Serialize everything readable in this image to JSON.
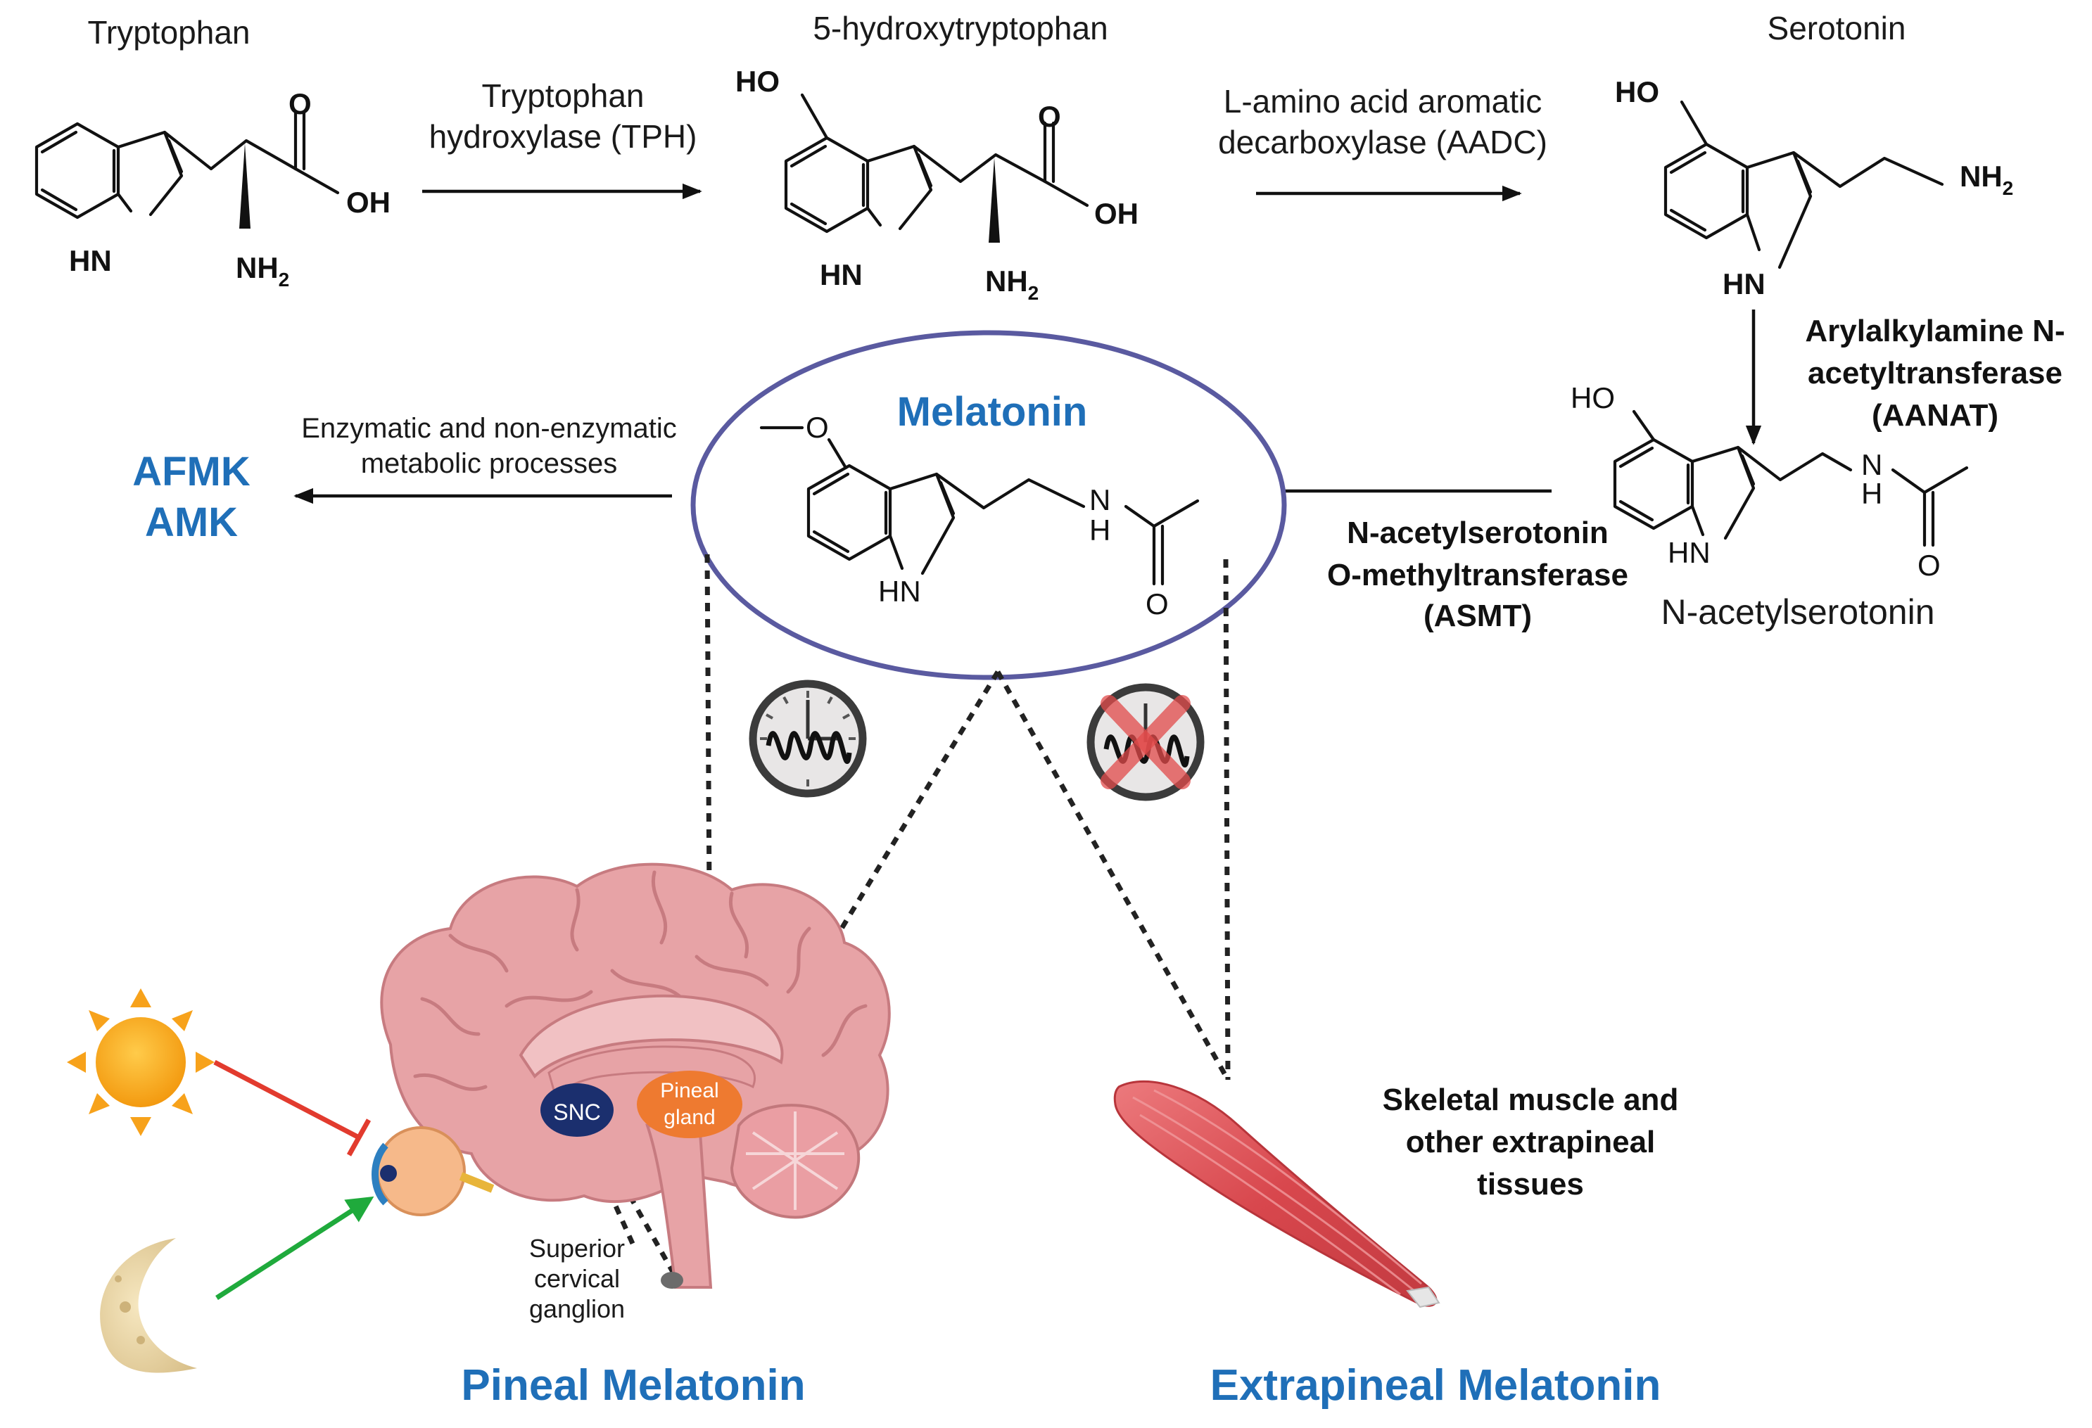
{
  "compounds": {
    "tryptophan": "Tryptophan",
    "htp": "5-hydroxytryptophan",
    "serotonin": "Serotonin",
    "nacetylserotonin": "N-acetylserotonin",
    "melatonin": "Melatonin"
  },
  "enzymes": {
    "tph_line1": "Tryptophan",
    "tph_line2": "hydroxylase (TPH)",
    "aadc_line1": "L-amino acid aromatic",
    "aadc_line2": "decarboxylase (AADC)",
    "aanat_line1": "Arylalkylamine N-",
    "aanat_line2": "acetyltransferase",
    "aanat_line3": "(AANAT)",
    "asmt_line1": "N-acetylserotonin",
    "asmt_line2": "O-methyltransferase",
    "asmt_line3": "(ASMT)"
  },
  "metabolism": {
    "line1": "Enzymatic and non-enzymatic",
    "line2": "metabolic processes",
    "product1": "AFMK",
    "product2": "AMK"
  },
  "atoms": {
    "o": "O",
    "oh": "OH",
    "ho": "HO",
    "hn": "HN",
    "nh": "NH",
    "n": "N",
    "h": "H",
    "nh2_main": "NH",
    "nh2_sub": "2"
  },
  "anatomy": {
    "snc": "SNC",
    "pineal_line1": "Pineal",
    "pineal_line2": "gland",
    "scg_line1": "Superior",
    "scg_line2": "cervical",
    "scg_line3": "ganglion"
  },
  "tissues": {
    "line1": "Skeletal muscle and",
    "line2": "other extrapineal",
    "line3": "tissues"
  },
  "sections": {
    "pineal": "Pineal Melatonin",
    "extrapineal": "Extrapineal Melatonin"
  },
  "colors": {
    "accent_blue": "#1f6fb8",
    "ellipse_stroke": "#5a5aa0",
    "brain": "#e7a3a6",
    "snc": "#1b2f6e",
    "pineal": "#ee7a30",
    "muscle": "#d9555a",
    "sun": "#f7a21b",
    "moon": "#ecd9a8",
    "inhibit_red": "#e23b2e",
    "activate_green": "#1faa3c"
  },
  "icons": [
    "clock-rhythm-icon",
    "clock-rhythm-crossed-icon",
    "sun-icon",
    "moon-icon",
    "eye-icon",
    "brain-icon",
    "muscle-icon"
  ]
}
